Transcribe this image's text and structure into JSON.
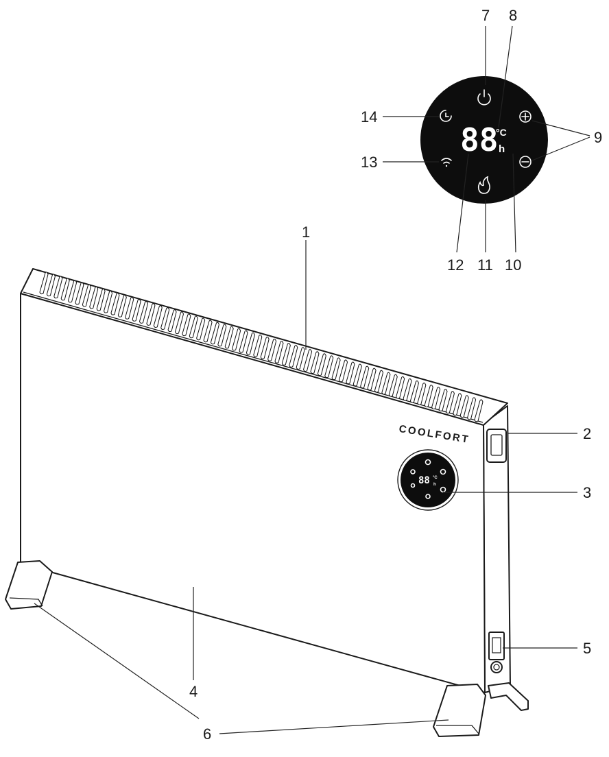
{
  "brand": "COOLFORT",
  "display": {
    "digits": "88",
    "unit_temp": "°C",
    "unit_hours": "h"
  },
  "callouts": {
    "n1": "1",
    "n2": "2",
    "n3": "3",
    "n4": "4",
    "n5": "5",
    "n6": "6",
    "n7": "7",
    "n8": "8",
    "n9": "9",
    "n10": "10",
    "n11": "11",
    "n12": "12",
    "n13": "13",
    "n14": "14"
  },
  "icons": {
    "power": "power-icon",
    "plus": "plus-icon",
    "minus": "minus-icon",
    "timer": "timer-icon",
    "wifi": "wifi-icon",
    "heat": "flame-icon"
  },
  "colors": {
    "panel_bg": "#0d0d0d",
    "line": "#1a1a1a",
    "background": "#ffffff"
  }
}
